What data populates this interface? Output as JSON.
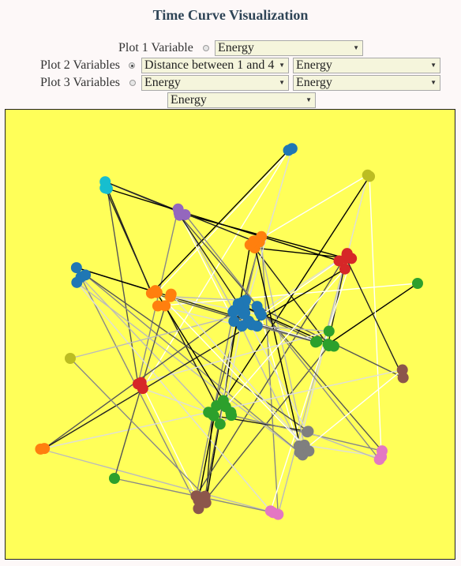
{
  "title": "Time Curve Visualization",
  "controls": {
    "plot1": {
      "label": "Plot 1 Variable",
      "selected": false,
      "selects": [
        "Energy"
      ]
    },
    "plot2": {
      "label": "Plot 2 Variables",
      "selected": true,
      "selects": [
        "Distance between 1 and 4",
        "Energy"
      ]
    },
    "plot3": {
      "label": "Plot 3 Variables",
      "selected": false,
      "selects": [
        "Energy",
        "Energy",
        "Energy"
      ]
    }
  },
  "colors": {
    "plot_background": "#ffff59",
    "cluster_palette": [
      "#1f77b4",
      "#ff7f0e",
      "#2ca02c",
      "#d62728",
      "#9467bd",
      "#8c564b",
      "#e377c2",
      "#7f7f7f",
      "#bcbd22",
      "#17becf"
    ]
  }
}
